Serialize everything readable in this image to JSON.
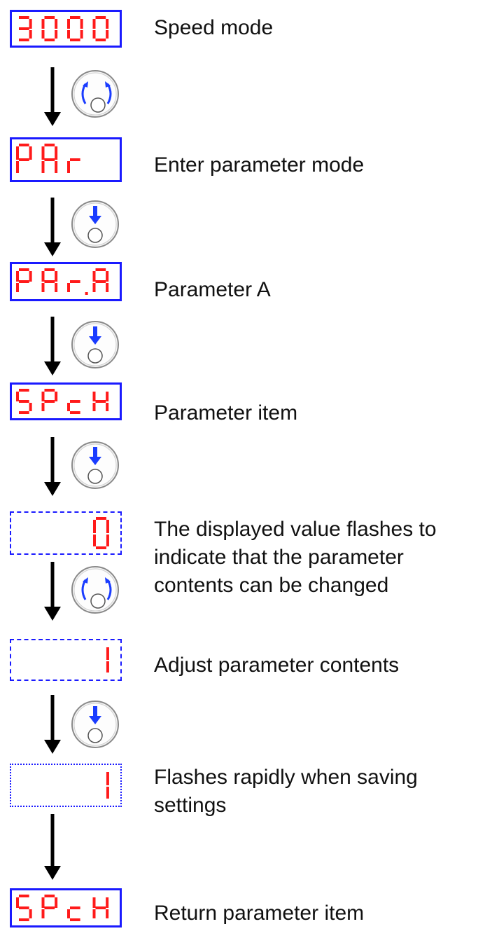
{
  "colors": {
    "segment": "#ff1a1a",
    "frame": "#1a1aff",
    "arrow": "#000000",
    "knob_rotate_marks": "#1a3cff",
    "knob_press_marks": "#1a3cff"
  },
  "steps": [
    {
      "display_text": "3000",
      "display_style": "solid",
      "caption": "Speed mode"
    },
    {
      "display_text": "PAr",
      "display_style": "solid",
      "caption": "Enter parameter mode"
    },
    {
      "display_text": "PAr.A",
      "display_style": "solid",
      "caption": "Parameter A"
    },
    {
      "display_text": "SPcH",
      "display_style": "solid",
      "caption": "Parameter item"
    },
    {
      "display_text": "0",
      "display_style": "dashed",
      "caption": "The displayed value flashes to indicate that the parameter contents can be changed"
    },
    {
      "display_text": "1",
      "display_style": "dashed",
      "caption": "Adjust parameter contents"
    },
    {
      "display_text": "1",
      "display_style": "dotted",
      "caption": "Flashes rapidly when saving settings"
    },
    {
      "display_text": "SPcH",
      "display_style": "solid",
      "caption": "Return parameter item"
    }
  ],
  "transitions": [
    {
      "icon": "rotate-knob-icon"
    },
    {
      "icon": "press-knob-icon"
    },
    {
      "icon": "press-knob-icon"
    },
    {
      "icon": "press-knob-icon"
    },
    {
      "icon": "rotate-knob-icon"
    },
    {
      "icon": "press-knob-icon"
    },
    {
      "icon": "none"
    }
  ]
}
